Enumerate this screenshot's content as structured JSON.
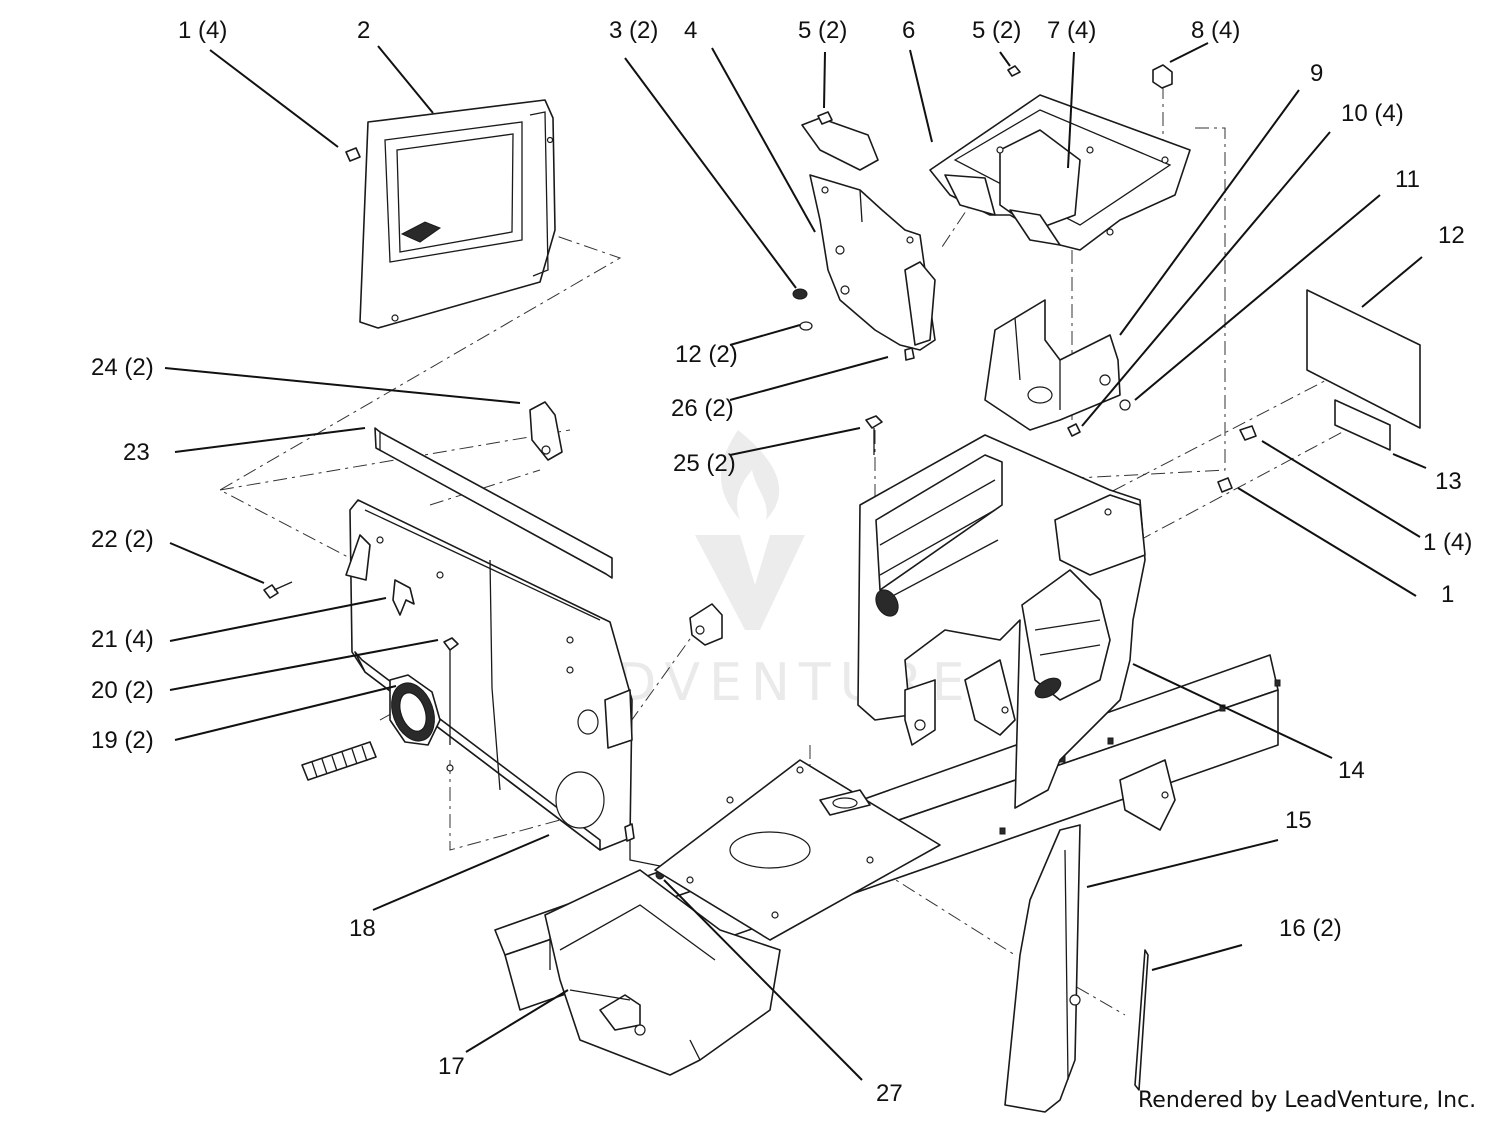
{
  "diagram": {
    "watermark": "LEADVENTURE",
    "credit": "Rendered by LeadVenture, Inc.",
    "callouts": [
      {
        "id": "c1",
        "label": "1 (4)"
      },
      {
        "id": "c2",
        "label": "2"
      },
      {
        "id": "c3",
        "label": "3 (2)"
      },
      {
        "id": "c4",
        "label": "4"
      },
      {
        "id": "c5a",
        "label": "5 (2)"
      },
      {
        "id": "c6",
        "label": "6"
      },
      {
        "id": "c5b",
        "label": "5 (2)"
      },
      {
        "id": "c7",
        "label": "7 (4)"
      },
      {
        "id": "c8",
        "label": "8 (4)"
      },
      {
        "id": "c9",
        "label": "9"
      },
      {
        "id": "c10",
        "label": "10 (4)"
      },
      {
        "id": "c11",
        "label": "11"
      },
      {
        "id": "c12",
        "label": "12"
      },
      {
        "id": "c12b",
        "label": "12 (2)"
      },
      {
        "id": "c24",
        "label": "24 (2)"
      },
      {
        "id": "c26",
        "label": "26 (2)"
      },
      {
        "id": "c23",
        "label": "23"
      },
      {
        "id": "c25",
        "label": "25 (2)"
      },
      {
        "id": "c13",
        "label": "13"
      },
      {
        "id": "c22",
        "label": "22 (2)"
      },
      {
        "id": "c1b",
        "label": "1 (4)"
      },
      {
        "id": "c1c",
        "label": "1"
      },
      {
        "id": "c21",
        "label": "21 (4)"
      },
      {
        "id": "c20",
        "label": "20 (2)"
      },
      {
        "id": "c19",
        "label": "19 (2)"
      },
      {
        "id": "c14",
        "label": "14"
      },
      {
        "id": "c15",
        "label": "15"
      },
      {
        "id": "c18",
        "label": "18"
      },
      {
        "id": "c16",
        "label": "16 (2)"
      },
      {
        "id": "c17",
        "label": "17"
      },
      {
        "id": "c27",
        "label": "27"
      }
    ]
  }
}
